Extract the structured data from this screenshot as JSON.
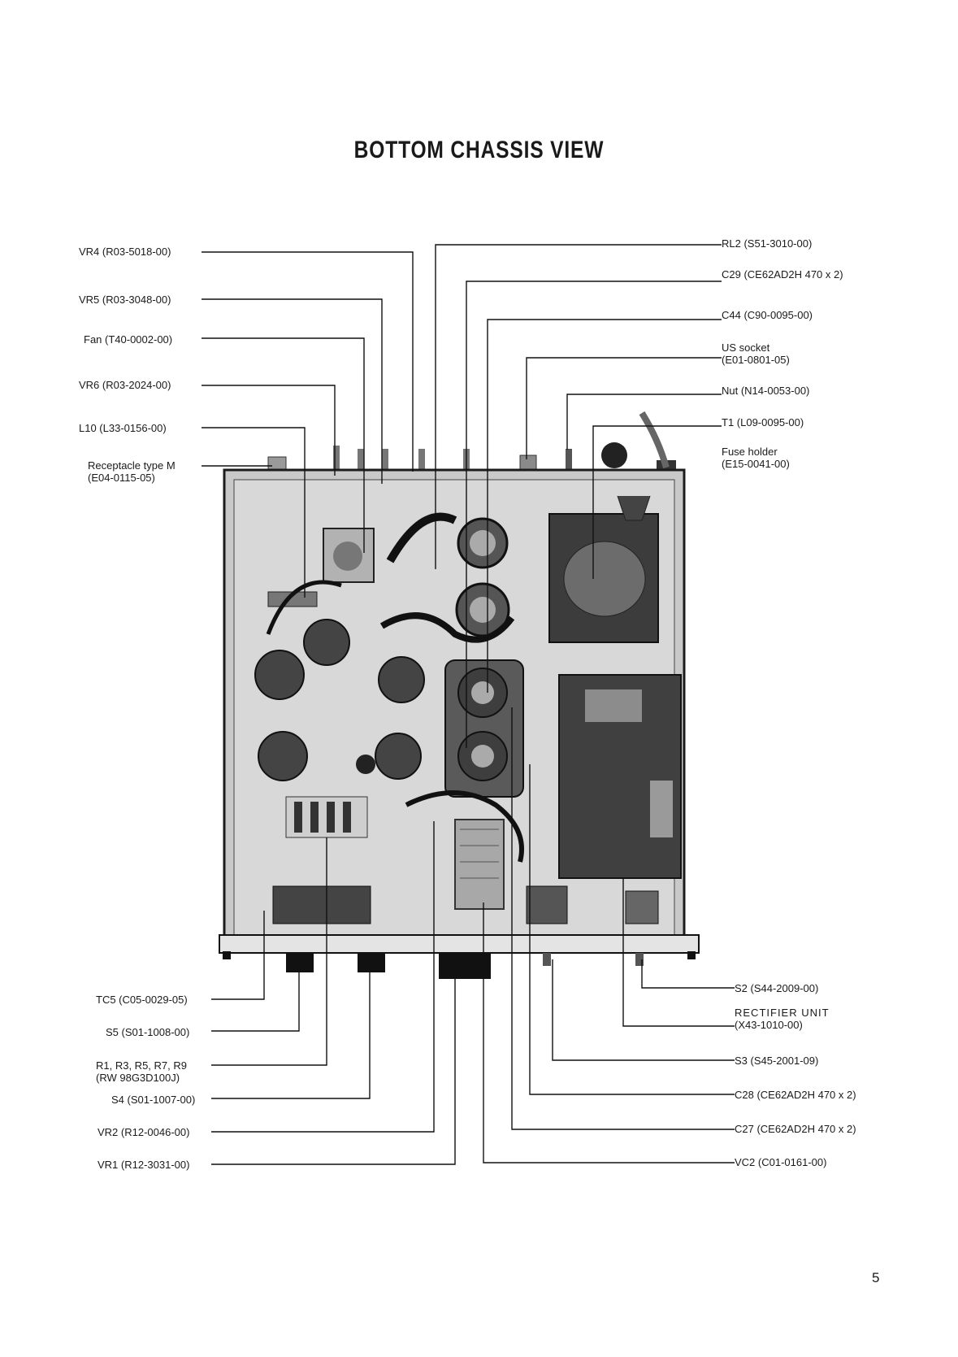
{
  "title": "BOTTOM CHASSIS VIEW",
  "page_number": "5",
  "left_labels": [
    {
      "id": "vr4",
      "text": "VR4 (R03-5018-00)"
    },
    {
      "id": "vr5",
      "text": "VR5 (R03-3048-00)"
    },
    {
      "id": "fan",
      "text": "Fan (T40-0002-00)"
    },
    {
      "id": "vr6",
      "text": "VR6 (R03-2024-00)"
    },
    {
      "id": "l10",
      "text": "L10 (L33-0156-00)"
    },
    {
      "id": "receptacle",
      "text": "Receptacle type M",
      "text2": "(E04-0115-05)"
    }
  ],
  "right_labels": [
    {
      "id": "rl2",
      "text": "RL2 (S51-3010-00)"
    },
    {
      "id": "c29",
      "text": "C29 (CE62AD2H 470 x 2)"
    },
    {
      "id": "c44",
      "text": "C44 (C90-0095-00)"
    },
    {
      "id": "us-socket",
      "text": "US socket",
      "text2": "(E01-0801-05)"
    },
    {
      "id": "nut",
      "text": "Nut (N14-0053-00)"
    },
    {
      "id": "t1",
      "text": "T1 (L09-0095-00)"
    },
    {
      "id": "fuse-holder",
      "text": "Fuse holder",
      "text2": "(E15-0041-00)"
    }
  ],
  "bottom_left_labels": [
    {
      "id": "tc5",
      "text": "TC5 (C05-0029-05)"
    },
    {
      "id": "s5",
      "text": "S5 (S01-1008-00)"
    },
    {
      "id": "r-group",
      "text": "R1, R3, R5, R7, R9",
      "text2": "(RW 98G3D100J)"
    },
    {
      "id": "s4",
      "text": "S4 (S01-1007-00)"
    },
    {
      "id": "vr2",
      "text": "VR2 (R12-0046-00)"
    },
    {
      "id": "vr1",
      "text": "VR1 (R12-3031-00)"
    }
  ],
  "bottom_right_labels": [
    {
      "id": "s2",
      "text": "S2 (S44-2009-00)"
    },
    {
      "id": "rectifier",
      "text": "RECTIFIER UNIT",
      "text2": "(X43-1010-00)"
    },
    {
      "id": "s3",
      "text": "S3 (S45-2001-09)"
    },
    {
      "id": "c28",
      "text": "C28 (CE62AD2H 470 x 2)"
    },
    {
      "id": "c27",
      "text": "C27 (CE62AD2H 470 x 2)"
    },
    {
      "id": "vc2",
      "text": "VC2 (C01-0161-00)"
    }
  ]
}
